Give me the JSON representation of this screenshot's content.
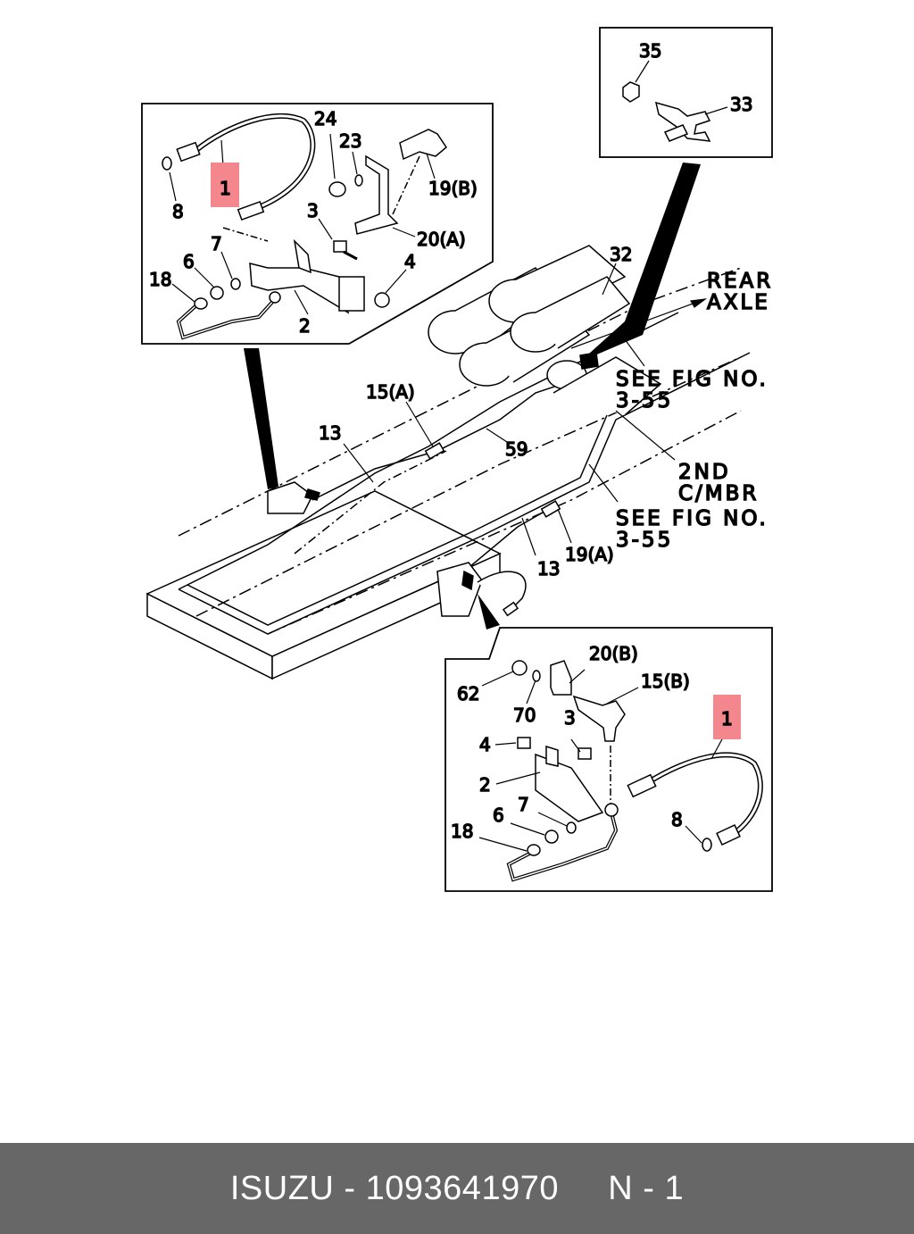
{
  "callouts": {
    "c1_top": "1",
    "c8_top": "8",
    "c24": "24",
    "c23": "23",
    "c19B": "19(B)",
    "c3_top": "3",
    "c20A": "20(A)",
    "c7_top": "7",
    "c6_top": "6",
    "c4_top": "4",
    "c18_top": "18",
    "c2_top": "2",
    "c35": "35",
    "c33": "33",
    "c32": "32",
    "c15A": "15(A)",
    "c13_a": "13",
    "c59": "59",
    "c19A": "19(A)",
    "c13_b": "13",
    "c20B": "20(B)",
    "c62": "62",
    "c15B": "15(B)",
    "c70": "70",
    "c3_bot": "3",
    "c4_bot": "4",
    "c2_bot": "2",
    "c6_bot": "6",
    "c7_bot": "7",
    "c18_bot": "18",
    "c1_bot": "1",
    "c8_bot": "8"
  },
  "notes": {
    "rear_axle_1": "REAR",
    "rear_axle_2": "AXLE",
    "see_fig_a1": "SEE FIG NO.",
    "see_fig_a2": "3-55",
    "second_cmbr_1": "2ND",
    "second_cmbr_2": "C/MBR",
    "see_fig_b1": "SEE FIG NO.",
    "see_fig_b2": "3-55"
  },
  "footer": {
    "brand": "ISUZU",
    "separator": " - ",
    "part_number": "1093641970",
    "gap": "     ",
    "position_code": "N - 1"
  },
  "colors": {
    "highlight": "#f4878d",
    "footer_bg": "#676767",
    "line": "#000000"
  }
}
